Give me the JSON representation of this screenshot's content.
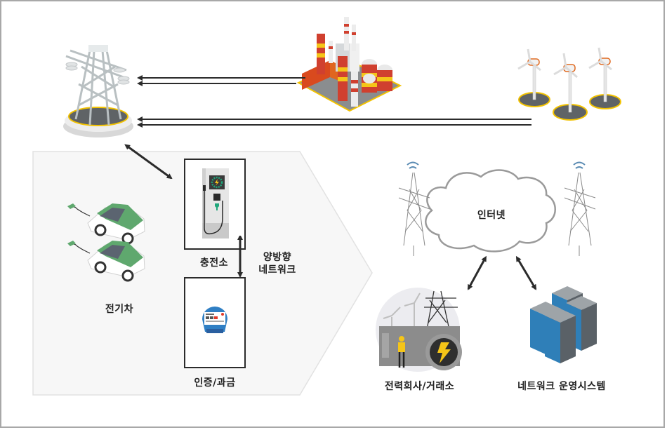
{
  "diagram": {
    "title": "EV Smart Grid Bidirectional Network",
    "nodes": {
      "transmission_tower": {
        "label": ""
      },
      "power_plant": {
        "label": ""
      },
      "wind_farm": {
        "label": ""
      },
      "electric_vehicle": {
        "label": "전기차"
      },
      "charging_station": {
        "label": "충전소"
      },
      "auth_billing": {
        "label": "인증/과금"
      },
      "bidirectional_network": {
        "label_line1": "양방향",
        "label_line2": "네트워크"
      },
      "internet": {
        "label": "인터넷"
      },
      "power_company": {
        "label": "전력회사/거래소"
      },
      "network_ops": {
        "label": "네트워크 운영시스템"
      }
    },
    "edges": [
      {
        "from": "power_plant",
        "to": "transmission_tower",
        "lines": 2,
        "direction": "to"
      },
      {
        "from": "wind_farm",
        "to": "transmission_tower",
        "lines": 2,
        "direction": "to"
      },
      {
        "from": "transmission_tower",
        "to": "charging_station",
        "direction": "both"
      },
      {
        "from": "charging_station",
        "to": "auth_billing",
        "direction": "both"
      },
      {
        "from": "internet",
        "to": "power_company",
        "direction": "both"
      },
      {
        "from": "internet",
        "to": "network_ops",
        "direction": "both"
      }
    ],
    "colors": {
      "frame_border": "#a8a8a8",
      "panel_bg": "#f7f7f7",
      "arrow": "#2b2b2b",
      "ev_green": "#5fa86e",
      "plant_red": "#d0402f",
      "plant_yellow": "#f5c518",
      "server_blue": "#2f7fb8",
      "cloud_stroke": "#9a9a9a"
    }
  }
}
